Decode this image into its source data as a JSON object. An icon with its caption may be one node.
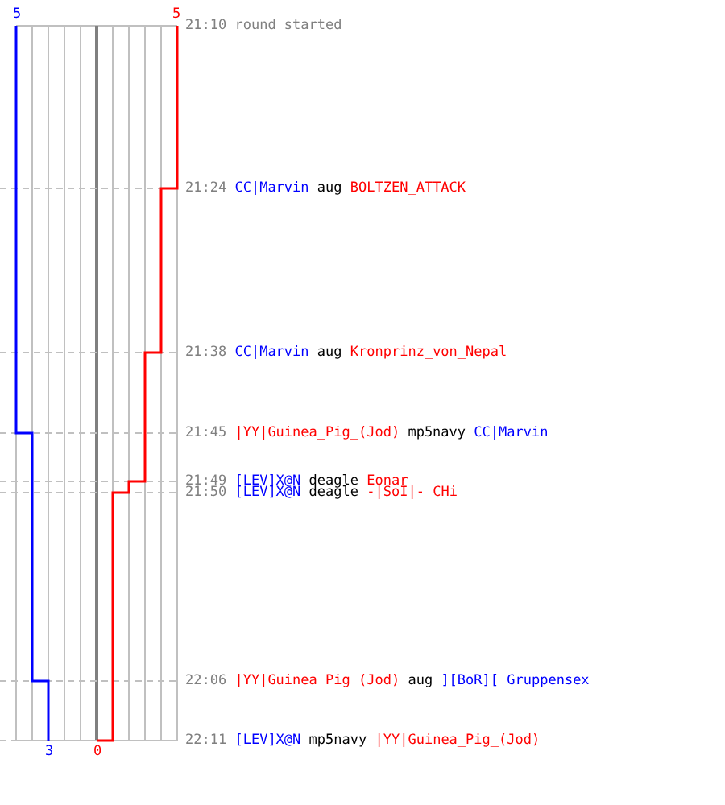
{
  "diagram": {
    "labels": [
      "5",
      "5",
      "21:10",
      "round started",
      "21:24",
      "CC|Marvin",
      "aug",
      "BOLTZEN_ATTACK",
      "21:38",
      "CC|Marvin",
      "aug",
      "Kronprinz_von_Nepal",
      "21:45",
      "|YY|Guinea_Pig_(Jod)",
      "mp5navy",
      "CC|Marvin",
      "21:49",
      "[LEV]X@N",
      "deagle",
      "Eonar",
      "21:50",
      "[LEV]X@N",
      "deagle",
      "-|SoI|- CHi",
      "22:06",
      "|YY|Guinea_Pig_(Jod)",
      "aug",
      "][BoR][ Gruppensex",
      "22:11",
      "[LEV]X@N",
      "mp5navy",
      "|YY|Guinea_Pig_(Jod)",
      "3",
      "0"
    ]
  }
}
